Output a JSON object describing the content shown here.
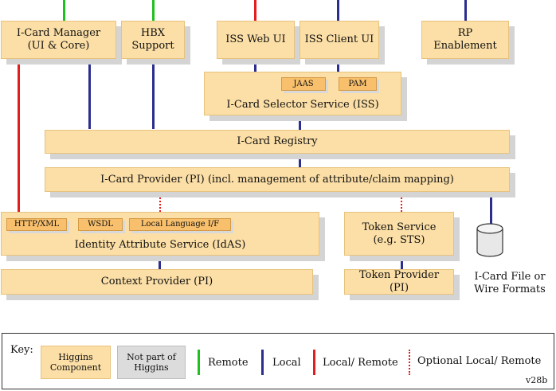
{
  "components": {
    "icard_manager": "I-Card Manager\n(UI & Core)",
    "hbx_support": "HBX\nSupport",
    "iss_web_ui": "ISS Web UI",
    "iss_client_ui": "ISS Client UI",
    "rp_enablement": "RP\nEnablement",
    "jaas": "JAAS",
    "pam": "PAM",
    "iss": "I-Card Selector Service (ISS)",
    "registry": "I-Card Registry",
    "provider": "I-Card Provider (PI) (incl. management of attribute/claim mapping)",
    "http_xml": "HTTP/XML",
    "wsdl": "WSDL",
    "local_language": "Local Language I/F",
    "idas": "Identity Attribute Service (IdAS)",
    "context_provider": "Context Provider (PI)",
    "token_service": "Token Service\n(e.g. STS)",
    "token_provider": "Token Provider\n(PI)",
    "file_formats": "I-Card File or\nWire Formats"
  },
  "key": {
    "title": "Key:",
    "higgins": "Higgins\nComponent",
    "not_higgins": "Not part of\nHiggins",
    "remote": "Remote",
    "local": "Local",
    "local_remote": "Local/ Remote",
    "optional": "Optional Local/ Remote",
    "version": "v28b"
  },
  "colors": {
    "higgins_fill": "#fcdfa6",
    "not_higgins_fill": "#dcdcdc",
    "remote": "#1fc01f",
    "local": "#2b2d8f",
    "local_remote": "#e21e1e"
  }
}
